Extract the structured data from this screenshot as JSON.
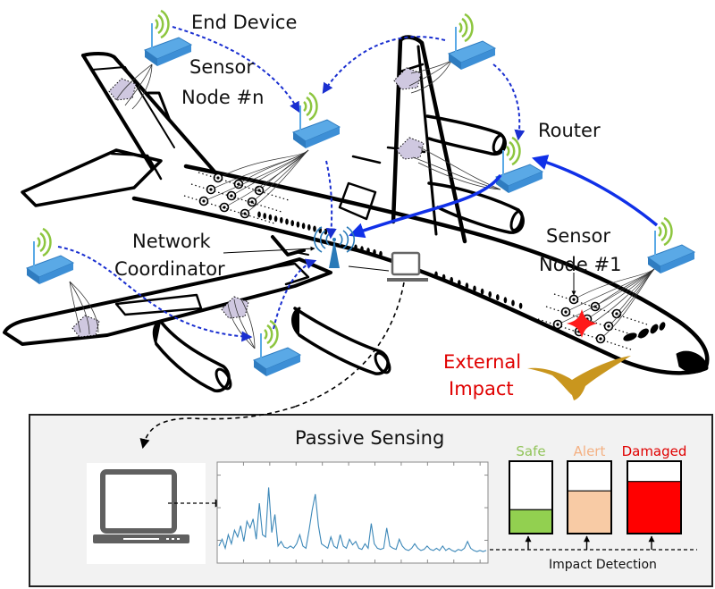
{
  "labels": {
    "end_device": "End Device",
    "sensor_node_n_line1": "Sensor",
    "sensor_node_n_line2": "Node #n",
    "router": "Router",
    "network_coordinator_line1": "Network",
    "network_coordinator_line2": "Coordinator",
    "sensor_node_1_line1": "Sensor",
    "sensor_node_1_line2": "Node #1",
    "external_impact_line1": "External",
    "external_impact_line2": "Impact"
  },
  "passive_sensing": {
    "title": "Passive Sensing",
    "impact_detection_label": "Impact Detection",
    "status_levels": [
      {
        "label": "Safe",
        "color": "#92d050",
        "label_color": "#92c45a",
        "fill_fraction": 0.33
      },
      {
        "label": "Alert",
        "color": "#f8cba5",
        "label_color": "#f4b183",
        "fill_fraction": 0.59
      },
      {
        "label": "Damaged",
        "color": "#ff0000",
        "label_color": "#e00000",
        "fill_fraction": 0.72
      }
    ]
  },
  "colors": {
    "router_blue": "#3d8fd6",
    "signal_green": "#8dc63f",
    "wireless_link": "#1a2fd0",
    "strong_link": "#1030e8",
    "impact_red": "#ff1a1a",
    "bird_gold": "#c9961e",
    "panel_bg": "#f2f2f2",
    "signal_trace": "#3b87b8"
  },
  "chart_data": {
    "type": "line",
    "title": "",
    "xlabel": "",
    "ylabel": "",
    "x_ticks": 10,
    "y_ticks": 3,
    "grid": false,
    "series": [
      {
        "name": "signal",
        "values": [
          0.12,
          0.18,
          0.1,
          0.22,
          0.14,
          0.26,
          0.2,
          0.3,
          0.16,
          0.34,
          0.28,
          0.36,
          0.18,
          0.5,
          0.22,
          0.2,
          0.64,
          0.24,
          0.4,
          0.12,
          0.16,
          0.11,
          0.1,
          0.12,
          0.1,
          0.14,
          0.22,
          0.12,
          0.1,
          0.26,
          0.44,
          0.58,
          0.3,
          0.14,
          0.12,
          0.1,
          0.2,
          0.12,
          0.1,
          0.22,
          0.12,
          0.1,
          0.18,
          0.13,
          0.16,
          0.1,
          0.09,
          0.14,
          0.1,
          0.32,
          0.14,
          0.1,
          0.09,
          0.1,
          0.28,
          0.12,
          0.1,
          0.09,
          0.18,
          0.12,
          0.09,
          0.08,
          0.1,
          0.14,
          0.1,
          0.08,
          0.09,
          0.12,
          0.09,
          0.08,
          0.1,
          0.08,
          0.12,
          0.08,
          0.1,
          0.08,
          0.07,
          0.09,
          0.08,
          0.1,
          0.16,
          0.1,
          0.08,
          0.07,
          0.08,
          0.07,
          0.08
        ]
      }
    ],
    "ylim": [
      0,
      1
    ]
  }
}
